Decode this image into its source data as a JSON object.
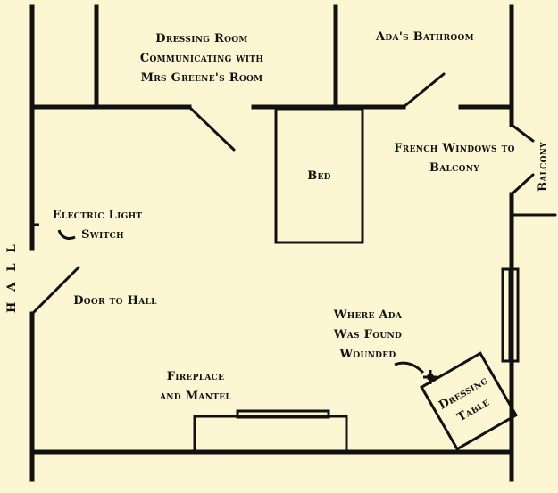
{
  "labels": {
    "dressing_room": [
      "Dressing Room",
      "Communicating with",
      "Mrs Greene's Room"
    ],
    "adas_bathroom": "Ada's Bathroom",
    "bed": "Bed",
    "french_windows": [
      "French Windows to",
      "Balcony"
    ],
    "balcony": "Balcony",
    "light_switch": [
      "Electric Light",
      "Switch"
    ],
    "hall": "HALL",
    "door_to_hall": "Door to Hall",
    "where_ada_found": [
      "Where Ada",
      "Was Found",
      "Wounded"
    ],
    "fireplace": [
      "Fireplace",
      "and Mantel"
    ],
    "dressing_table": [
      "Dressing",
      "Table"
    ]
  }
}
